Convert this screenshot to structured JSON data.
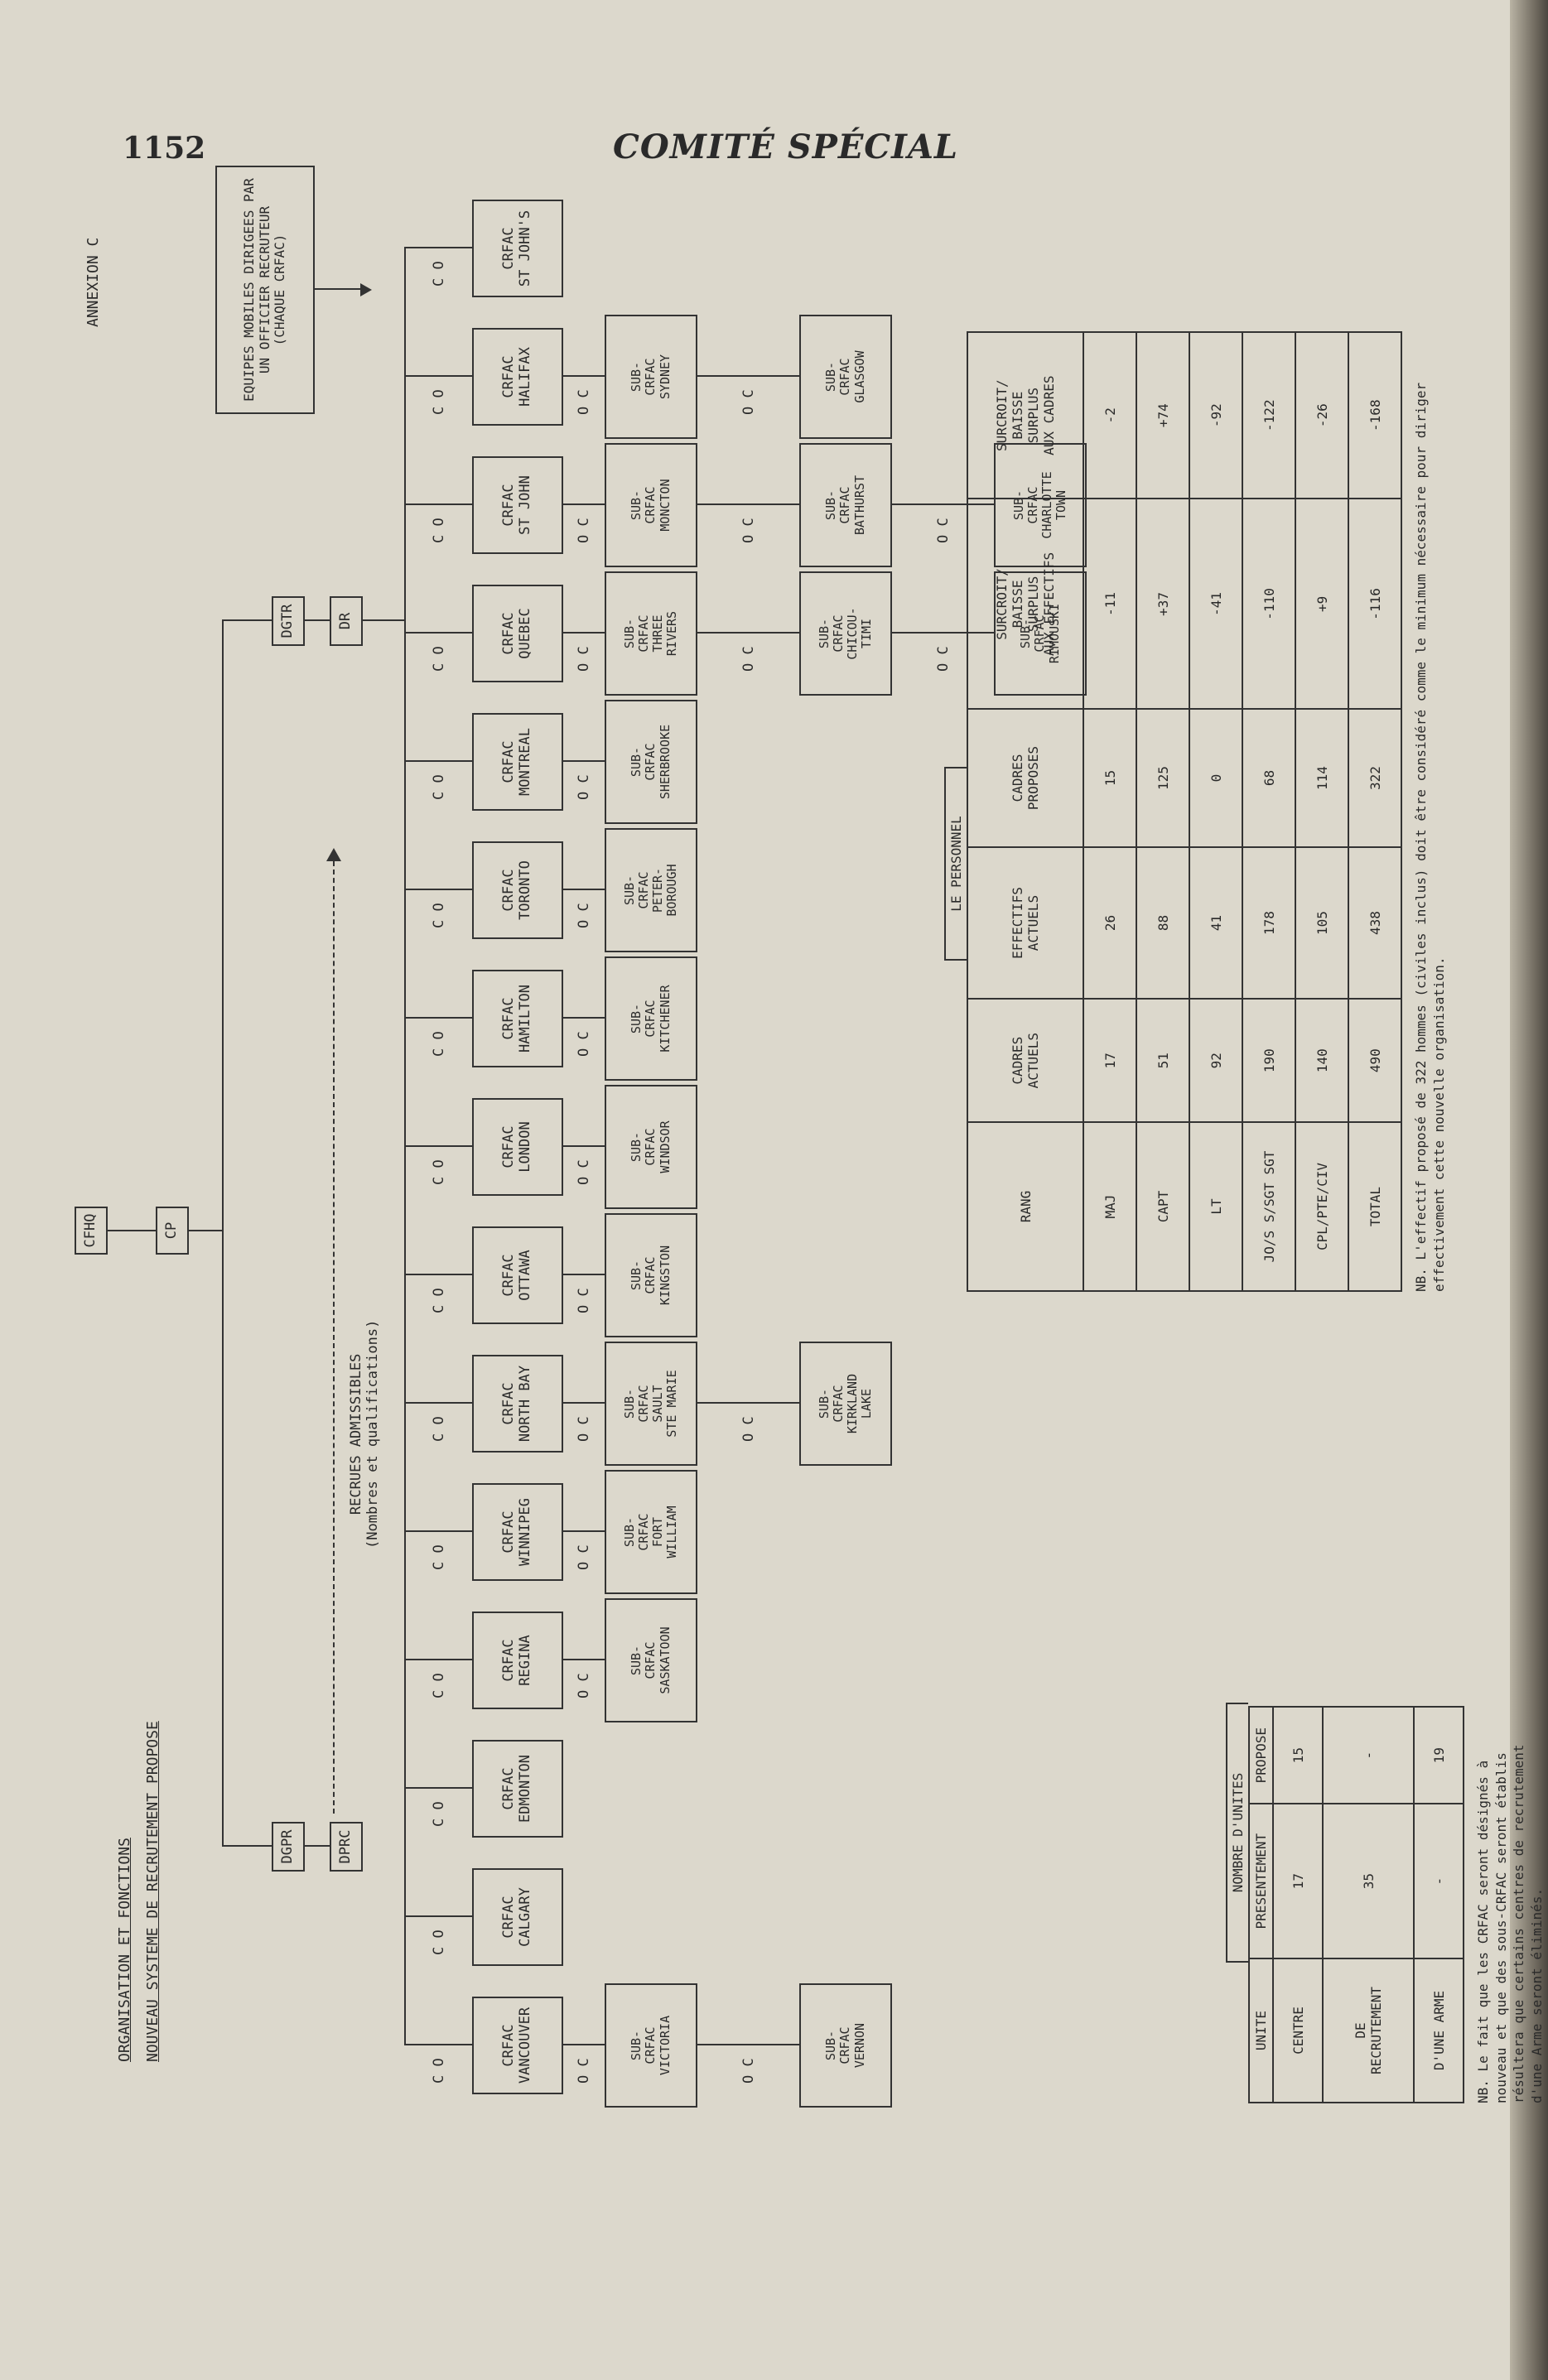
{
  "header": {
    "page_number": "1152",
    "title": "COMITÉ SPÉCIAL"
  },
  "annex": "ANNEXION C",
  "heading1": "ORGANISATION ET FONCTIONS",
  "heading2": "NOUVEAU SYSTEME DE RECRUTEMENT PROPOSE",
  "org": {
    "cfhq": "CFHQ",
    "cp": "CP",
    "dgpr": "DGPR",
    "dgtr": "DGTR",
    "dprc": "DPRC",
    "dr": "DR",
    "recrues": "RECRUES ADMISSIBLES\n(Nombres et qualifications)",
    "equipes": "EQUIPES MOBILES DIRIGEES PAR\nUN OFFICIER RECRUTEUR\n(CHAQUE CRFAC)",
    "co_label": "C O",
    "oc_label": "O C"
  },
  "crfac": [
    {
      "name": "CRFAC\nVANCOUVER",
      "subs": [
        "SUB-\nCRFAC\nVICTORIA",
        "SUB-\nCRFAC\nVERNON"
      ]
    },
    {
      "name": "CRFAC\nCALGARY",
      "subs": []
    },
    {
      "name": "CRFAC\nEDMONTON",
      "subs": []
    },
    {
      "name": "CRFAC\nREGINA",
      "subs": [
        "SUB-\nCRFAC\nSASKATOON"
      ]
    },
    {
      "name": "CRFAC\nWINNIPEG",
      "subs": [
        "SUB-\nCRFAC\nFORT\nWILLIAM"
      ]
    },
    {
      "name": "CRFAC\nNORTH BAY",
      "subs": [
        "SUB-\nCRFAC\nSAULT\nSTE MARIE",
        "SUB-\nCRFAC\nKIRKLAND\nLAKE"
      ]
    },
    {
      "name": "CRFAC\nOTTAWA",
      "subs": [
        "SUB-\nCRFAC\nKINGSTON"
      ]
    },
    {
      "name": "CRFAC\nLONDON",
      "subs": [
        "SUB-\nCRFAC\nWINDSOR"
      ]
    },
    {
      "name": "CRFAC\nHAMILTON",
      "subs": [
        "SUB-\nCRFAC\nKITCHENER"
      ]
    },
    {
      "name": "CRFAC\nTORONTO",
      "subs": [
        "SUB-\nCRFAC\nPETER-\nBOROUGH"
      ]
    },
    {
      "name": "CRFAC\nMONTREAL",
      "subs": [
        "SUB-\nCRFAC\nSHERBROOKE"
      ]
    },
    {
      "name": "CRFAC\nQUEBEC",
      "subs": [
        "SUB-\nCRFAC\nTHREE\nRIVERS",
        "SUB-\nCRFAC\nCHICOU-\nTIMI",
        "SUB-\nCRFAC\nRIMOUSKI"
      ]
    },
    {
      "name": "CRFAC\nST JOHN",
      "subs": [
        "SUB-\nCRFAC\nMONCTON",
        "SUB-\nCRFAC\nBATHURST",
        "SUB-\nCRFAC\nCHARLOTTE\nTOWN"
      ]
    },
    {
      "name": "CRFAC\nHALIFAX",
      "subs": [
        "SUB-\nCRFAC\nSYDNEY",
        "SUB-\nCRFAC\nGLASGOW"
      ]
    },
    {
      "name": "CRFAC\nST JOHN'S",
      "subs": []
    }
  ],
  "units_table": {
    "title": "NOMBRE D'UNITES",
    "headers": [
      "UNITE",
      "PRESENTEMENT",
      "PROPOSE"
    ],
    "rows": [
      [
        "CENTRE",
        "17",
        "15"
      ],
      [
        "DE\nRECRUTEMENT",
        "35",
        "-"
      ],
      [
        "D'UNE ARME",
        "-",
        "19"
      ]
    ]
  },
  "units_note": "NB. Le fait que les CRFAC seront désignés à nouveau et que des sous-CRFAC seront établis résultera que certains centres de recrutement d'une Arme seront éliminés.",
  "personnel_table": {
    "title": "LE PERSONNEL",
    "headers": [
      "RANG",
      "CADRES\nACTUELS",
      "EFFECTIFS\nACTUELS",
      "CADRES\nPROPOSES",
      "SURCROIT/\nBAISSE\nSURPLUS\nAUX EFFECTIFS",
      "SURCROIT/\nBAISSE\nSURPLUS\nAUX CADRES"
    ],
    "rows": [
      [
        "MAJ",
        "17",
        "26",
        "15",
        "-11",
        "-2"
      ],
      [
        "CAPT",
        "51",
        "88",
        "125",
        "+37",
        "+74"
      ],
      [
        "LT",
        "92",
        "41",
        "0",
        "-41",
        "-92"
      ],
      [
        "JO/S S/SGT SGT",
        "190",
        "178",
        "68",
        "-110",
        "-122"
      ],
      [
        "CPL/PTE/CIV",
        "140",
        "105",
        "114",
        "+9",
        "-26"
      ],
      [
        "TOTAL",
        "490",
        "438",
        "322",
        "-116",
        "-168"
      ]
    ]
  },
  "personnel_note": "NB. L'effectif proposé de 322 hommes (civiles inclus) doit être considéré comme le minimum nécessaire pour diriger effectivement cette nouvelle organisation."
}
